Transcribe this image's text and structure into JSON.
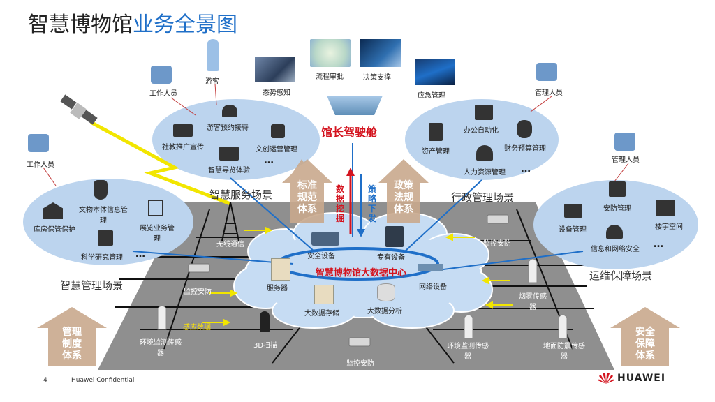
{
  "title": {
    "part1": "智慧博物馆",
    "part2": "业务全景图"
  },
  "people": {
    "staff_top": "工作人员",
    "visitor": "游客",
    "staff_left": "工作人员",
    "manager_top": "管理人员",
    "manager_right": "管理人员"
  },
  "cockpit": {
    "title": "馆长驾驶舱",
    "items": [
      "态势感知",
      "流程审批",
      "决策支撑",
      "应急管理"
    ]
  },
  "arrows": {
    "up_label": "数据挖掘",
    "down_label": "策略下发",
    "standard": "标准规范体系",
    "policy": "政策法规体系",
    "management": "管理制度体系",
    "security": "安全保障体系"
  },
  "service_scene": {
    "name": "智慧服务场景",
    "items": [
      "游客预约接待",
      "社教推广宣传",
      "文创运营管理",
      "智慧导览体验"
    ],
    "more": "…"
  },
  "admin_scene": {
    "name": "行政管理场景",
    "items": [
      "办公自动化",
      "资产管理",
      "财务预算管理",
      "人力资源管理"
    ],
    "more": "…"
  },
  "mgmt_scene": {
    "name": "智慧管理场景",
    "items": [
      "库房保管保护",
      "文物本体信息管理",
      "展览业务管理",
      "科学研究管理"
    ],
    "more": "…"
  },
  "ops_scene": {
    "name": "运维保障场景",
    "items": [
      "安防管理",
      "设备管理",
      "楼宇空间",
      "信息和网络安全"
    ],
    "more": "…"
  },
  "core": {
    "name": "智慧博物馆大数据中心",
    "items": [
      "安全设备",
      "专有设备",
      "服务器",
      "网络设备",
      "大数据存储",
      "大数据分析"
    ]
  },
  "field": {
    "wireless": "无线通信",
    "monitor_tl": "监控安防",
    "monitor_left": "监控安防",
    "monitor_bottom": "监控安防",
    "smoke": "烟雾传感器",
    "env_left": "环境监测传感器",
    "env_right": "环境监测传感器",
    "sense_data": "感应数据",
    "scan3d": "3D扫描",
    "quake": "地面防震传感器"
  },
  "footer": {
    "page": "4",
    "confidential": "Huawei Confidential",
    "brand": "HUAWEI"
  },
  "colors": {
    "accent": "#1f6fc8",
    "red": "#d4141f",
    "ellipse": "#bcd4ee",
    "platform": "#8c8c8c",
    "arrow": "#c8a58a"
  }
}
